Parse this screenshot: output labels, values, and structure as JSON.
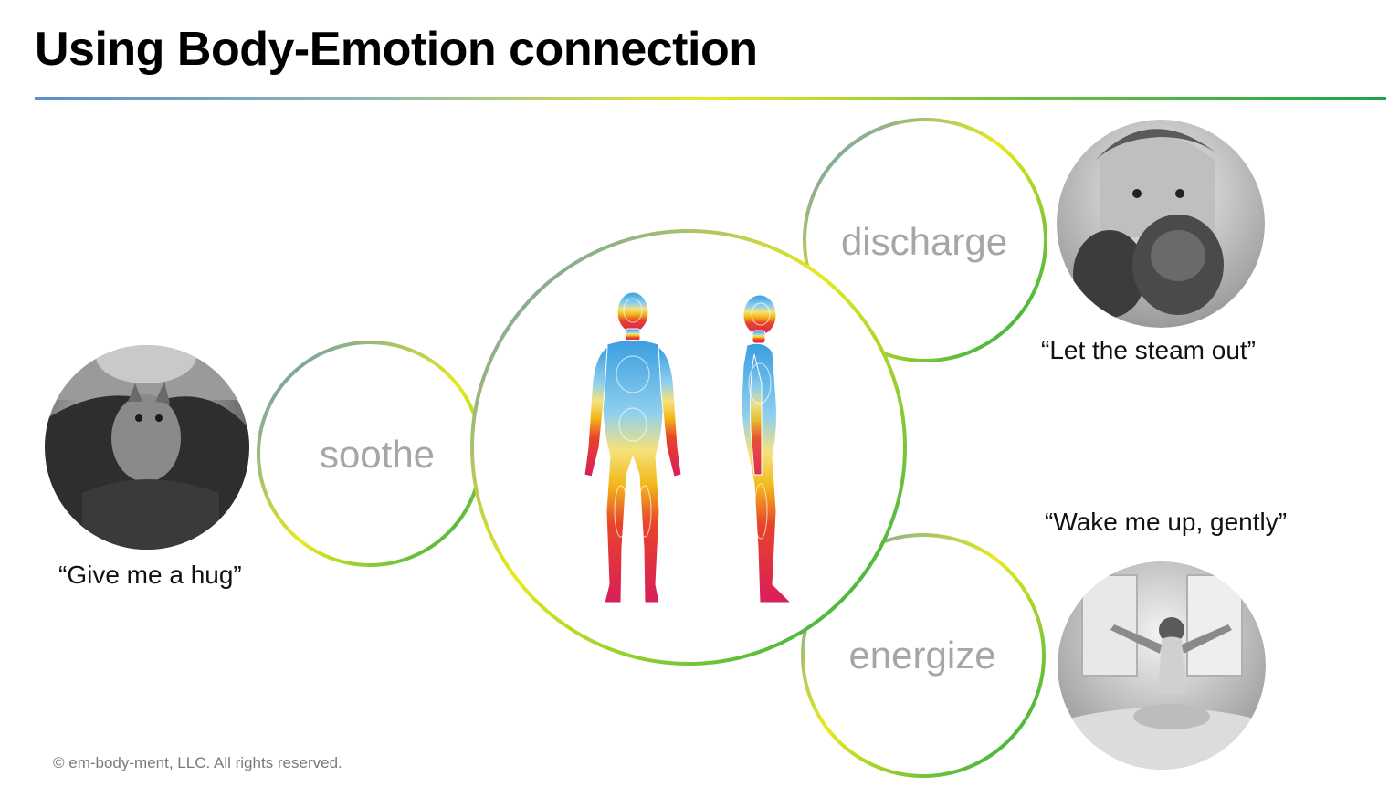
{
  "title": "Using Body-Emotion connection",
  "center": {
    "figures": [
      "body-front-figure",
      "body-side-figure"
    ]
  },
  "bubbles": {
    "soothe": "soothe",
    "discharge": "discharge",
    "energize": "energize"
  },
  "quotes": {
    "soothe": "“Give me a hug”",
    "discharge": "“Let the steam out”",
    "energize": "“Wake me up, gently”"
  },
  "photos": {
    "soothe": "person-hugging-kitten-photo",
    "discharge": "boy-with-boxing-gloves-photo",
    "energize": "girl-stretching-on-bed-photo"
  },
  "colors": {
    "ring_start": "#5b8fc9",
    "ring_mid": "#e8ea1e",
    "ring_end": "#1aa64a",
    "bubble_text": "#a6a6a6",
    "body_top": "#3a9ee0",
    "body_mid": "#f2b81a",
    "body_bottom": "#d81e5b"
  },
  "footer": "© em-body-ment, LLC. All rights reserved."
}
